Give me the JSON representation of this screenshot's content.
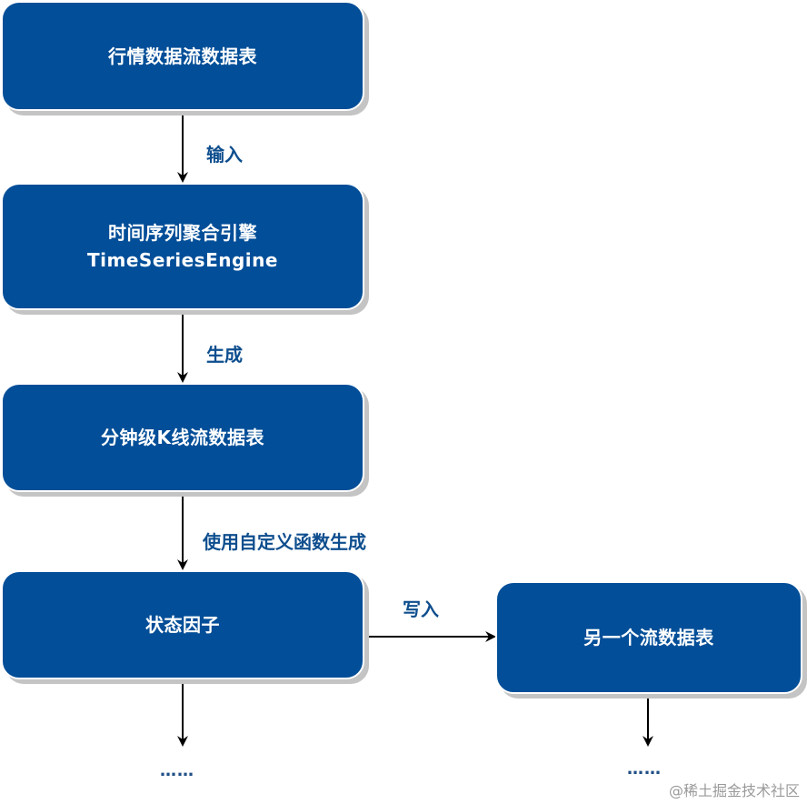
{
  "nodes": {
    "market_stream": {
      "label": "行情数据流数据表"
    },
    "engine": {
      "label": "时间序列聚合引擎",
      "sublabel": "TimeSeriesEngine"
    },
    "kline_stream": {
      "label": "分钟级K线流数据表"
    },
    "state_factor": {
      "label": "状态因子"
    },
    "other_stream": {
      "label": "另一个流数据表"
    }
  },
  "edges": {
    "input": {
      "label": "输入"
    },
    "generate": {
      "label": "生成"
    },
    "udf_generate": {
      "label": "使用自定义函数生成"
    },
    "write": {
      "label": "写入"
    }
  },
  "continuation": {
    "left": "……",
    "right": "……"
  },
  "watermark": "@稀土掘金技术社区",
  "colors": {
    "node_fill": "#024E98",
    "node_text": "#FFFFFF",
    "edge_label": "#0E4E8E",
    "shadow": "#C4C4C4",
    "arrow": "#000000"
  }
}
